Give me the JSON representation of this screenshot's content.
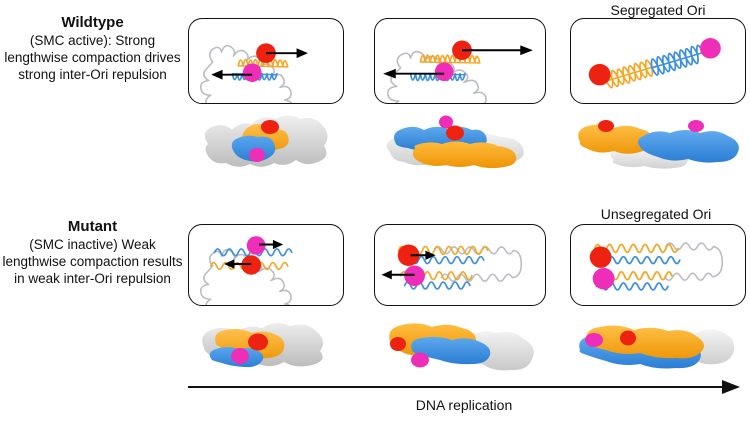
{
  "figure": {
    "title_alt": "Chromosome compaction and Ori segregation schematic",
    "axis": {
      "label": "DNA replication",
      "direction": "left-to-right"
    },
    "colors": {
      "ori_red": "#ee2211",
      "ori_magenta": "#ee2eb8",
      "arm_orange": "#f5a623",
      "arm_blue": "#3b8fe0",
      "uncompacted_gray": "#b9bcc2",
      "blob_gray": "#d8d8d8",
      "outline_black": "#111111",
      "background": "#ffffff"
    }
  },
  "rows": [
    {
      "id": "wildtype",
      "title": "Wildtype",
      "body": "(SMC active): Strong lengthwise compaction drives strong inter-Ori repulsion",
      "stage_label": "Segregated Ori",
      "stages": [
        {
          "id": "w1",
          "arrow_strength": "short",
          "ori_state": "adjacent"
        },
        {
          "id": "w2",
          "arrow_strength": "long",
          "ori_state": "separating"
        },
        {
          "id": "w3",
          "arrow_strength": "none",
          "ori_state": "segregated"
        }
      ]
    },
    {
      "id": "mutant",
      "title": "Mutant",
      "body": "(SMC inactive) Weak lengthwise compaction results in weak inter-Ori repulsion",
      "stage_label": "Unsegregated Ori",
      "stages": [
        {
          "id": "m1",
          "arrow_strength": "short",
          "ori_state": "adjacent"
        },
        {
          "id": "m2",
          "arrow_strength": "medium",
          "ori_state": "adjacent"
        },
        {
          "id": "m3",
          "arrow_strength": "none",
          "ori_state": "unsegregated"
        }
      ]
    }
  ]
}
